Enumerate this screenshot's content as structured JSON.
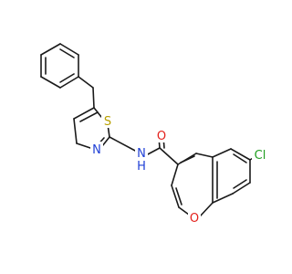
{
  "molecule": {
    "atom_labels": {
      "S": "S",
      "N_ring": "N",
      "N_amide": "N",
      "H_amide": "H",
      "O_carbonyl": "O",
      "O_ring": "O",
      "Cl": "Cl"
    },
    "colors": {
      "bond": "#1a1a1a",
      "S": "#b8a000",
      "N": "#1f3fd6",
      "O": "#e3201b",
      "Cl": "#1f9e1f"
    }
  }
}
